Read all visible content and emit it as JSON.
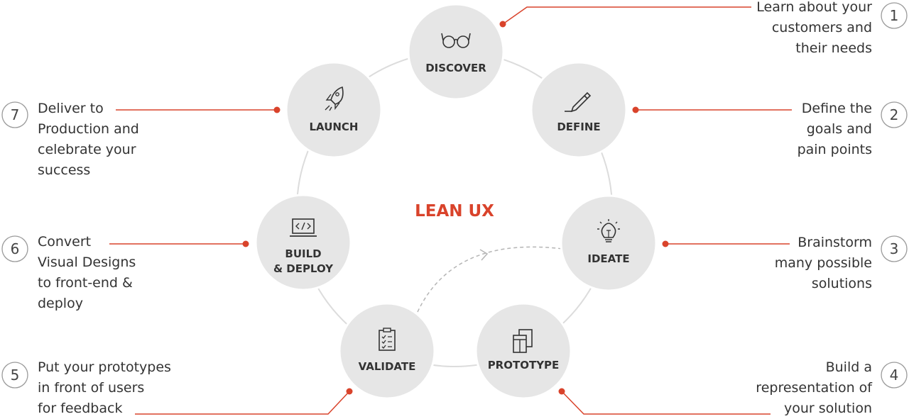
{
  "title": "LEAN UX",
  "colors": {
    "accent": "#d9432b",
    "circle_fill": "#e6e6e6",
    "circle_stroke": "#ffffff",
    "ring": "#dcdcdc",
    "text": "#333333"
  },
  "stages": [
    {
      "number": "1",
      "label": [
        "DISCOVER"
      ],
      "icon": "glasses-icon",
      "description": [
        "Learn about your",
        "customers and",
        "their needs"
      ]
    },
    {
      "number": "2",
      "label": [
        "DEFINE"
      ],
      "icon": "pencil-icon",
      "description": [
        "Define the",
        "goals and",
        "pain points"
      ]
    },
    {
      "number": "3",
      "label": [
        "IDEATE"
      ],
      "icon": "lightbulb-icon",
      "description": [
        "Brainstorm",
        "many possible",
        "solutions"
      ]
    },
    {
      "number": "4",
      "label": [
        "PROTOTYPE"
      ],
      "icon": "layers-icon",
      "description": [
        "Build a",
        "representation of",
        "your solution"
      ]
    },
    {
      "number": "5",
      "label": [
        "VALIDATE"
      ],
      "icon": "clipboard-icon",
      "description": [
        "Put your prototypes",
        "in front of users",
        "for feedback"
      ]
    },
    {
      "number": "6",
      "label": [
        "BUILD",
        "& DEPLOY"
      ],
      "icon": "code-screen-icon",
      "description": [
        "Convert",
        "Visual Designs",
        "to front-end &",
        "deploy"
      ]
    },
    {
      "number": "7",
      "label": [
        "LAUNCH"
      ],
      "icon": "rocket-icon",
      "description": [
        "Deliver to",
        "Production and",
        "celebrate your",
        "success"
      ]
    }
  ]
}
